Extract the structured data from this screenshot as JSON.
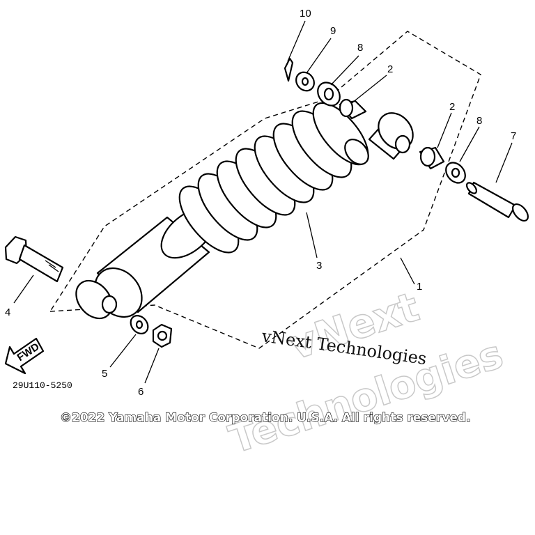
{
  "callouts": {
    "c10": "10",
    "c9": "9",
    "c8a": "8",
    "c2a": "2",
    "c2b": "2",
    "c8b": "8",
    "c7": "7",
    "c3": "3",
    "c1": "1",
    "c4": "4",
    "c5": "5",
    "c6": "6"
  },
  "fwd_label": "FWD",
  "diagram_code": "29U110-5250",
  "watermark": {
    "serif_line": "vNext Technologies",
    "ghost_word1": "vNext",
    "ghost_word2": "Technologies"
  },
  "copyright": "©2022 Yamaha Motor Corporation. U.S.A. All rights reserved."
}
